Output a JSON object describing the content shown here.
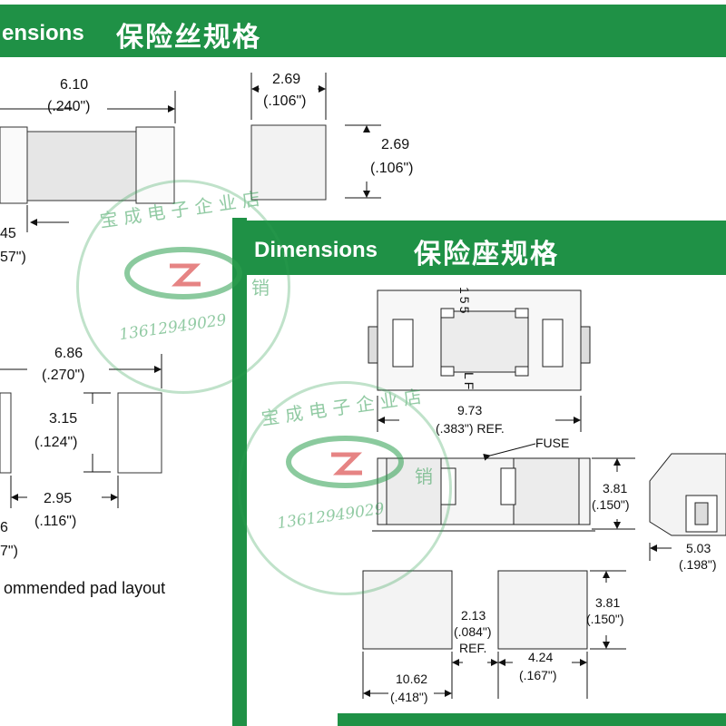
{
  "header_fuse": {
    "title_en": "ensions",
    "title_cn": "保险丝规格"
  },
  "header_holder": {
    "title_en": "Dimensions",
    "title_cn": "保险座规格"
  },
  "fuse_side": {
    "length_mm": "6.10",
    "length_in": "(.240\")",
    "cap_mm": "45",
    "cap_in": "57\")"
  },
  "fuse_end": {
    "width_mm": "2.69",
    "width_in": "(.106\")",
    "height_mm": "2.69",
    "height_in": "(.106\")"
  },
  "fuse_pads": {
    "overall_mm": "6.86",
    "overall_in": "(.270\")",
    "pad_height_mm": "3.15",
    "pad_height_in": "(.124\")",
    "gap_mm": "2.95",
    "gap_in": "(.116\")",
    "left_mm": "6",
    "left_in": "7\")",
    "caption": "ommended pad layout"
  },
  "holder": {
    "top_code": "155",
    "bottom_code": "LF",
    "ref_mm": "9.73",
    "ref_in": "(.383\") REF.",
    "fuse_label": "FUSE",
    "height_mm": "3.81",
    "height_in": "(.150\")",
    "side_mm": "5.03",
    "side_in": "(.198\")"
  },
  "holder_pads": {
    "pad_h_mm": "3.81",
    "pad_h_in": "(.150\")",
    "gap_mm": "2.13",
    "gap_in": "(.084\")",
    "gap_ref": "REF.",
    "pad_w_mm": "4.24",
    "pad_w_in": "(.167\")",
    "overall_mm": "10.62",
    "overall_in": "(.418\")"
  },
  "watermark": {
    "line1": "宝 成 电 子 企 业 店",
    "phone": "13612949029",
    "side": "销"
  },
  "colors": {
    "header_green": "#1f9146",
    "stamp_green": "#2ea050"
  }
}
